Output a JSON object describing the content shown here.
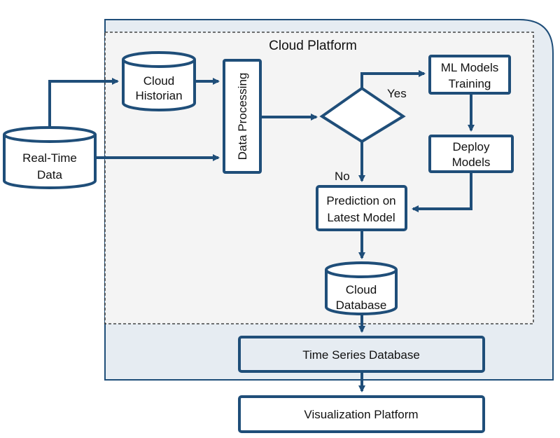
{
  "colors": {
    "primary": "#1f4e79",
    "cloud_fill": "#e6ecf2",
    "inner_fill": "#f4f4f4",
    "box_fill": "#ffffff",
    "text": "#111111"
  },
  "diagram": {
    "cloud_title": "Cloud Platform",
    "nodes": {
      "realtime": [
        "Real-Time",
        "Data"
      ],
      "historian": [
        "Cloud",
        "Historian"
      ],
      "processing": "Data Processing",
      "ml_training": [
        "ML Models",
        "Training"
      ],
      "deploy": [
        "Deploy",
        "Models"
      ],
      "prediction": [
        "Prediction on",
        "Latest Model"
      ],
      "cloud_db": [
        "Cloud",
        "Database"
      ],
      "ts_db": "Time Series Database",
      "viz": "Visualization Platform"
    },
    "decision_labels": {
      "yes": "Yes",
      "no": "No"
    }
  }
}
